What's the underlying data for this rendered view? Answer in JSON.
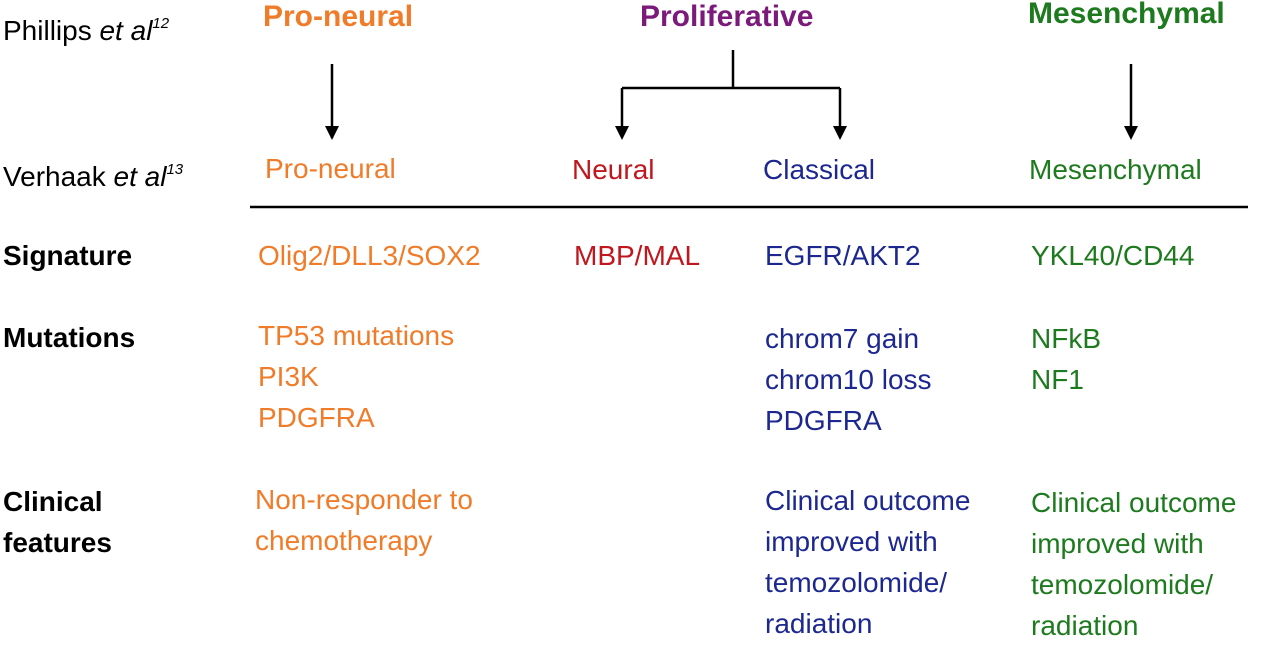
{
  "colors": {
    "proneural": "#f07c2a",
    "proliferative": "#7b1a7b",
    "neural": "#c0161e",
    "classical": "#1c2890",
    "mesenchymal": "#1e7a1e",
    "text": "#000000"
  },
  "source_rows": {
    "phillips": {
      "author": "Phillips ",
      "etal": "et al",
      "ref": "12"
    },
    "verhaak": {
      "author": "Verhaak ",
      "etal": "et al",
      "ref": "13"
    }
  },
  "phillips_classes": {
    "proneural": "Pro-neural",
    "proliferative": "Proliferative",
    "mesenchymal": "Mesenchymal"
  },
  "verhaak_classes": {
    "proneural": "Pro-neural",
    "neural": "Neural",
    "classical": "Classical",
    "mesenchymal": "Mesenchymal"
  },
  "row_labels": {
    "signature": "Signature",
    "mutations": "Mutations",
    "clinical": "Clinical\nfeatures"
  },
  "signature": {
    "proneural": "Olig2/DLL3/SOX2",
    "neural": "MBP/MAL",
    "classical": "EGFR/AKT2",
    "mesenchymal": "YKL40/CD44"
  },
  "mutations": {
    "proneural": "TP53 mutations\nPI3K\nPDGFRA",
    "classical": "chrom7 gain\nchrom10 loss\nPDGFRA",
    "mesenchymal": "NFkB\nNF1"
  },
  "clinical": {
    "proneural": "Non-responder to\nchemotherapy",
    "classical": "Clinical outcome\nimproved with\ntemozolomide/\nradiation",
    "mesenchymal": "Clinical outcome\nimproved with\ntemozolomide/\nradiation"
  }
}
